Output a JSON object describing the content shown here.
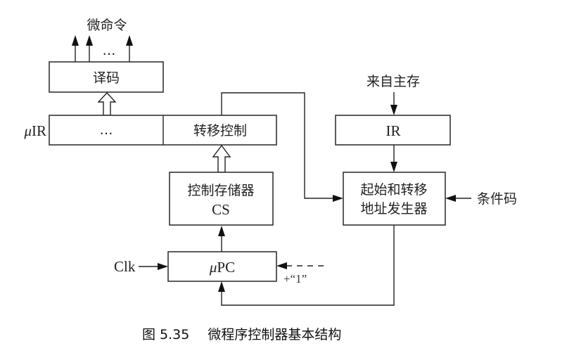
{
  "diagram": {
    "micro_commands_label": "微命令",
    "ellipsis": "…",
    "decoder_label": "译码",
    "uir": {
      "prefix": "μ",
      "name": "IR",
      "field_left": "…",
      "field_right": "转移控制"
    },
    "control_store": {
      "line1": "控制存储器",
      "line2": "CS"
    },
    "upc": {
      "prefix": "μ",
      "name": "PC"
    },
    "clk_label": "Clk",
    "increment_label": "+“1”",
    "from_main_memory_label": "来自主存",
    "ir_label": "IR",
    "address_generator": {
      "line1": "起始和转移",
      "line2": "地址发生器"
    },
    "condition_code_label": "条件码"
  },
  "caption": {
    "figure_number": "图 5.35",
    "title": "微程序控制器基本结构"
  }
}
